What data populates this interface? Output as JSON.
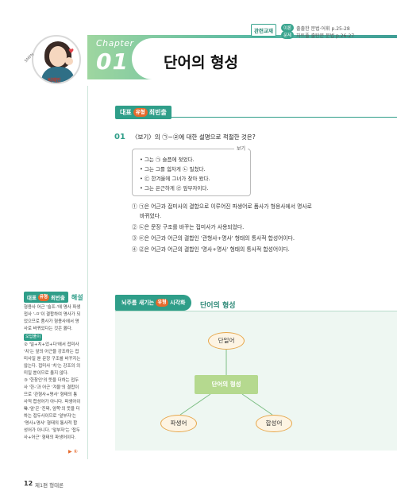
{
  "references": {
    "tag": "관련교재",
    "lines": [
      {
        "pill": "이론",
        "text": "출출한 문법·어휘 p.25-28"
      },
      {
        "pill": "문제",
        "text": "차트풀 출탄문 문법 p.26-27"
      }
    ]
  },
  "badge": {
    "name": "박혜인",
    "arc_text": "SMPN"
  },
  "chapter": {
    "word": "Chapter",
    "number": "01",
    "title": "단어의 형성"
  },
  "section": {
    "prefix": "대표",
    "circle": "유형",
    "suffix": "최빈출"
  },
  "question": {
    "number": "01",
    "text": "〈보기〉의 ㉠~㉣에 대한 설명으로 적절한 것은?",
    "bogi_label": "보기",
    "bogi_lines": [
      "• 그는 ㉠ 슬픔에 젖었다.",
      "• 그는 그를 힘차게 ㉡ 밀쳤다.",
      "• ㉢ 한겨울에 그녀가 찾아 왔다.",
      "• 그는 은근하게 ㉣ 앞부자이다."
    ],
    "choices": [
      "① ㉠은 어근과 접미사의 결합으로 이루어진 파생어로 품사가 형용사에서 명사로",
      "바뀌었다.",
      "② ㉡은 문장 구조를 바꾸는 접미사가 사용되었다.",
      "③ ㉢은 어근과 어근의 결합인 '관형사+명사' 형태의 통사적 합성어이다.",
      "④ ㉣은 어근과 어근의 결합인 '명사+명사' 형태의 통사적 합성어이다."
    ]
  },
  "answer": {
    "prefix": "대표",
    "circle": "유형",
    "suffix": "최빈출",
    "title": "해설",
    "paragraphs": [
      "형용사 어근 '슬프-'에 명사 파생 접사 '-ㅁ'이 결합하여 명사가 되었으므로 품사가 형용사에서 명사로 바뀌었다는 것은 옳다.",
      "② '밀+치+었+다'에서 접미사 '치'는 앞의 어근을 강조하는 접미사일 뿐 문장 구조를 바꾸지는 않는다. 접미사 '치'는 강조의 의미일 뿐이므로 옳지 않다.",
      "③ '한창인'의 뜻을 더하는 접두사 '한-'과 어근 '겨울'의 결합이므로 '관형사+명사' 형태의 통사적 합성어가 아니다. 파생어이다.",
      "④ '앞'은 '진짜, 앞쪽'의 뜻을 더하는 접두사이므로 '앞부자'는 '명사+명사' 형태의 통사적 합성어가 아니다. '앞부자'는 '접두사+어근' 형태의 파생어이다."
    ],
    "tag": "오답풀이",
    "final": "▶ ①"
  },
  "diagram": {
    "prefix": "뇌주름 새기는",
    "circle": "유형",
    "suffix": "시각화",
    "title": "단어의 형성",
    "top_node": "단일어",
    "center": "단어의 형성",
    "left_node": "파생어",
    "right_node": "합성어"
  },
  "footer": {
    "page": "12",
    "text": "제1편 형태론"
  },
  "colors": {
    "accent": "#2f9e89",
    "orange": "#e66a2c",
    "green_light": "#b5d98f"
  }
}
